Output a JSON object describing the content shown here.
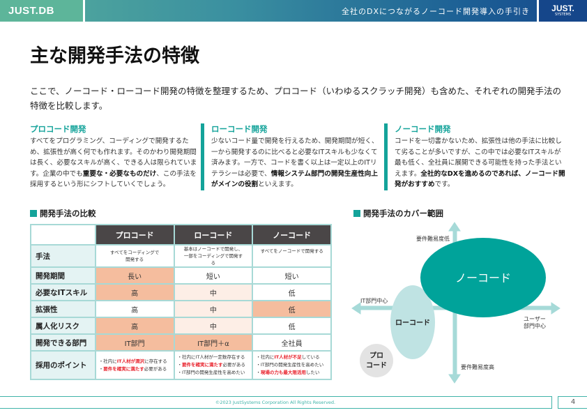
{
  "header": {
    "logo": "JUST.DB",
    "title": "全社のDXにつながるノーコード開発導入の手引き",
    "brand": "JUST.",
    "brand_sub": "SYSTEMS"
  },
  "page_title": "主な開発手法の特徴",
  "intro": "ここで、ノーコード・ローコード開発の特徴を整理するため、プロコード（いわゆるスクラッチ開発）も含めた、それぞれの開発手法の特徴を比較します。",
  "columns": [
    {
      "title": "プロコード開発",
      "pre": "すべてをプログラミング、コーディングで開発するため、拡張性が高く何でも作れます。そのかわり開発期間は長く、必要なスキルが高く、できる人は限られています。企業の中でも",
      "bold": "重要な・必要なものだけ",
      "post": "、この手法を採用するという形にシフトしていくでしょう。"
    },
    {
      "title": "ローコード開発",
      "pre": "少ないコード量で開発を行えるため、開発期間が短く、一から開発するのに比べると必要なITスキルも少なくて済みます。一方で、コードを書く以上は一定以上のITリテラシーは必要で、",
      "bold": "情報システム部門の開発生産性向上がメインの役割",
      "post": "といえます。"
    },
    {
      "title": "ノーコード開発",
      "pre": "コードを一切書かないため、拡張性は他の手法に比較して劣ることが多いですが、この中では必要なITスキルが最も低く、全社員に展開できる可能性を持った手法といえます。",
      "bold": "全社的なDXを進めるのであれば、ノーコード開発がおすすめ",
      "post": "です。"
    }
  ],
  "comparison": {
    "title": "開発手法の比較",
    "headers": [
      "プロコード",
      "ローコード",
      "ノーコード"
    ],
    "rows": [
      {
        "label": "手法",
        "cells": [
          "すべてをコーディングで開発する",
          "基本はノーコードで開発し、一部をコーディングで開発する",
          "すべてをノーコードで開発する"
        ]
      },
      {
        "label": "開発期間",
        "cells": [
          "長い",
          "短い",
          "短い"
        ]
      },
      {
        "label": "必要なITスキル",
        "cells": [
          "高",
          "中",
          "低"
        ]
      },
      {
        "label": "拡張性",
        "cells": [
          "高",
          "中",
          "低"
        ]
      },
      {
        "label": "属人化リスク",
        "cells": [
          "高",
          "中",
          "低"
        ]
      },
      {
        "label": "開発できる部門",
        "cells": [
          "IT部門",
          "IT部門＋α",
          "全社員"
        ]
      }
    ],
    "points": {
      "label": "採用のポイント",
      "pro": [
        [
          "・社内に",
          "IT人材が潤沢",
          "に存在する"
        ],
        [
          "・",
          "要件を確実に満たす",
          "必要がある"
        ]
      ],
      "low": [
        "・社内にIT人材が一定数存在する",
        [
          "・",
          "要件を確実に満たす",
          "必要がある"
        ],
        "・IT部門の開発生産性を高めたい"
      ],
      "no": [
        [
          "・社内に",
          "IT人材が不足",
          "している"
        ],
        "・IT部門の開発生産性を高めたい",
        [
          "・",
          "現場の力も最大限活用",
          "したい"
        ]
      ]
    }
  },
  "coverage": {
    "title": "開発手法のカバー範囲",
    "axis_top": "要件難易度低",
    "axis_bottom": "要件難易度高",
    "axis_left": "IT部門中心",
    "axis_right_1": "ユーザー",
    "axis_right_2": "部門中心",
    "nocode": "ノーコード",
    "lowcode": "ローコード",
    "procode_1": "プロ",
    "procode_2": "コード",
    "colors": {
      "nocode": "#00a39a",
      "lowcode": "#bfe3e3",
      "procode": "#e3e3e3",
      "axis": "#a6dad8"
    }
  },
  "footer": {
    "copyright": "©2023 JustSystems Corporation All Rights Reserved.",
    "page": "4"
  }
}
